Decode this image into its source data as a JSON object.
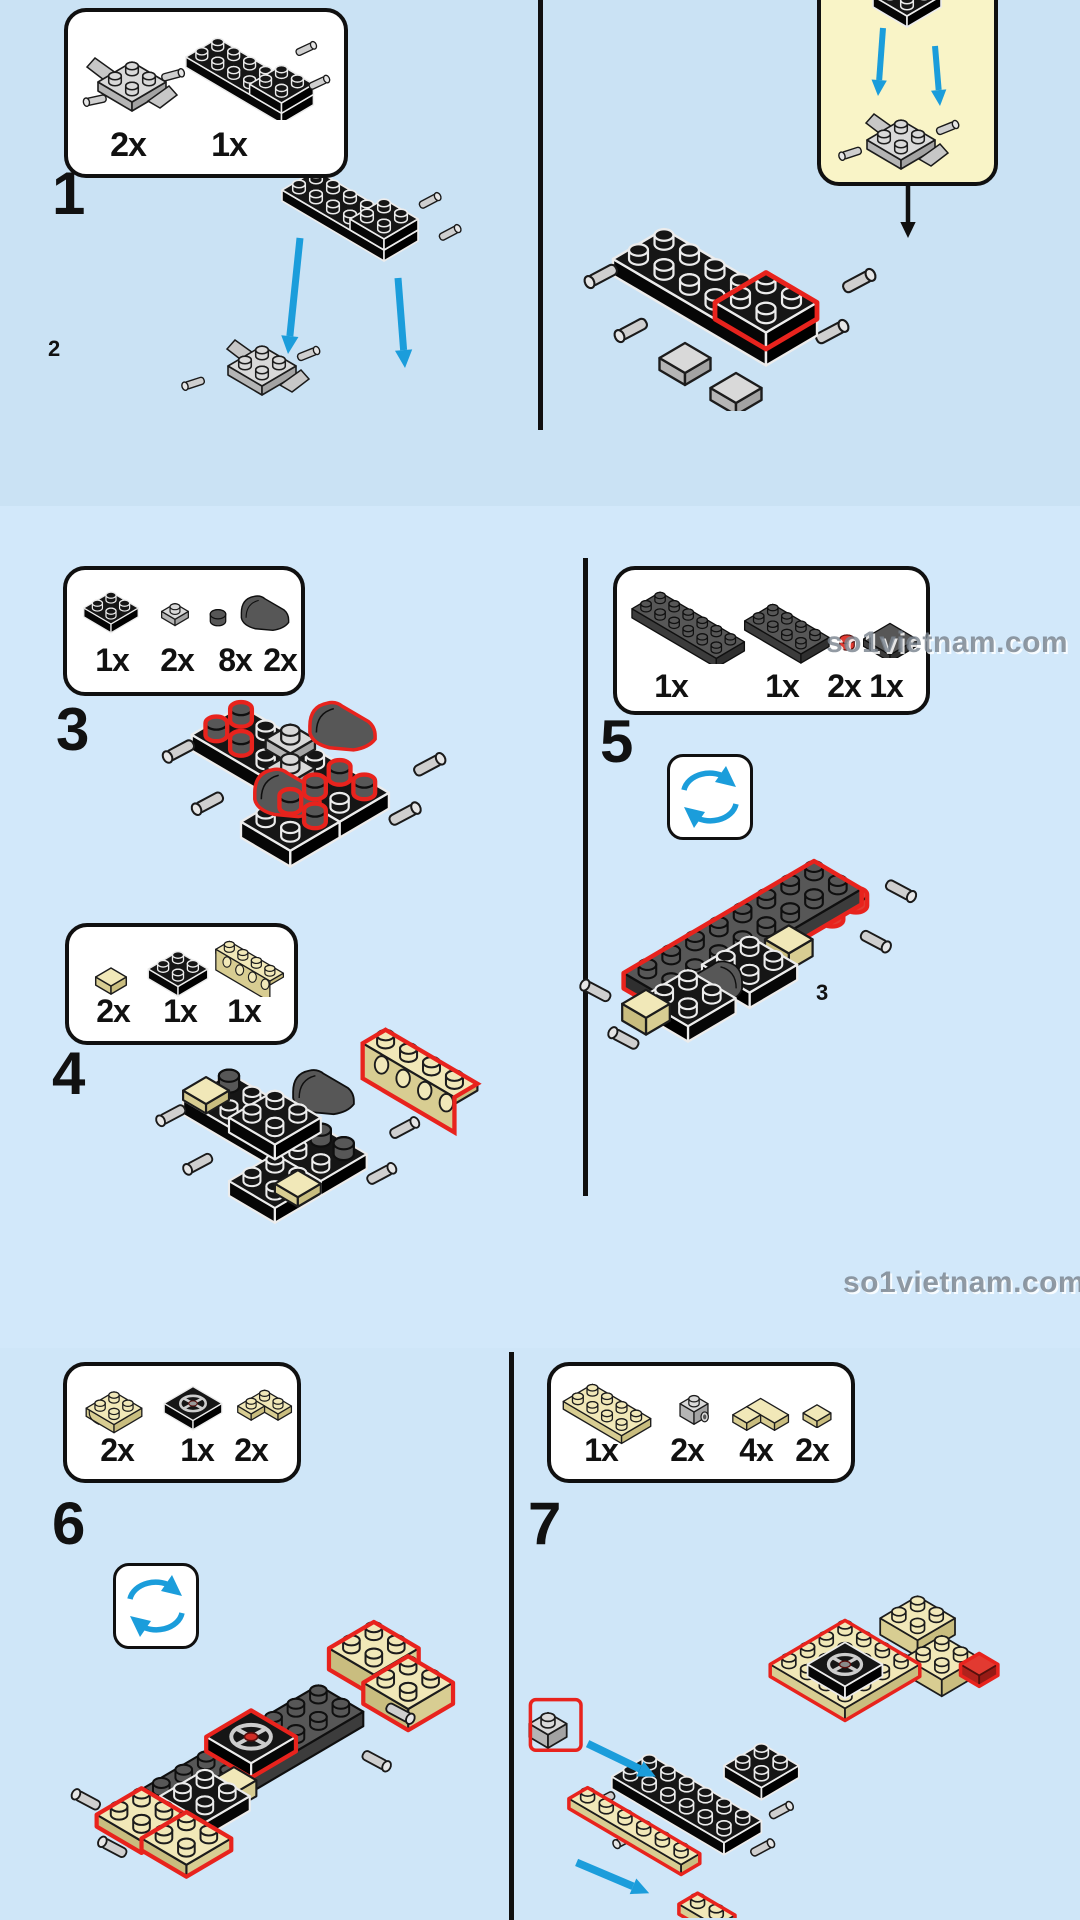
{
  "page": {
    "kind": "LEGO building instructions page",
    "watermark": "so1vietnam.com",
    "page_number_left": "2",
    "page_number_right": "3",
    "colors": {
      "background": "#cfe6f8",
      "arrow_blue": "#1b9ddb",
      "highlight_red": "#e8231d",
      "callout_yellow": "#f9f4c7",
      "box_border": "#101010"
    }
  },
  "steps": [
    {
      "number": "1",
      "rotate_symbol": false,
      "parts": [
        {
          "part": "plate-2x2-with-wheel-holders-gray",
          "qty": "2x"
        },
        {
          "part": "vehicle-chassis-plate-black",
          "qty": "1x"
        }
      ]
    },
    {
      "number": "3",
      "rotate_symbol": false,
      "parts": [
        {
          "part": "plate-2x2-black",
          "qty": "1x"
        },
        {
          "part": "plate-1x1-light-gray",
          "qty": "2x"
        },
        {
          "part": "round-plate-1x1-dark-gray",
          "qty": "8x"
        },
        {
          "part": "curved-slope-1x2-dark-gray",
          "qty": "2x"
        }
      ]
    },
    {
      "number": "4",
      "rotate_symbol": false,
      "parts": [
        {
          "part": "tile-1x1-tan",
          "qty": "2x"
        },
        {
          "part": "plate-2x2-black",
          "qty": "1x"
        },
        {
          "part": "bracket-1x4-tan",
          "qty": "1x"
        }
      ]
    },
    {
      "number": "5",
      "rotate_symbol": true,
      "parts": [
        {
          "part": "plate-2x6-dark-gray",
          "qty": "1x"
        },
        {
          "part": "plate-2x4-dark-gray",
          "qty": "1x"
        },
        {
          "part": "round-plate-1x1-red",
          "qty": "2x"
        },
        {
          "part": "tile-2x2-dark-gray",
          "qty": "1x"
        }
      ]
    },
    {
      "number": "6",
      "rotate_symbol": true,
      "parts": [
        {
          "part": "curved-slope-2x2-tan",
          "qty": "2x"
        },
        {
          "part": "turntable-2x2-black",
          "qty": "1x"
        },
        {
          "part": "corner-plate-2x2-tan",
          "qty": "2x"
        }
      ]
    },
    {
      "number": "7",
      "rotate_symbol": false,
      "parts": [
        {
          "part": "plate-2x4-tan",
          "qty": "1x"
        },
        {
          "part": "bracket-1x1-clip-gray",
          "qty": "2x"
        },
        {
          "part": "corner-tile-2x2-tan",
          "qty": "4x"
        },
        {
          "part": "tile-1x1-tan",
          "qty": "2x"
        }
      ]
    }
  ]
}
